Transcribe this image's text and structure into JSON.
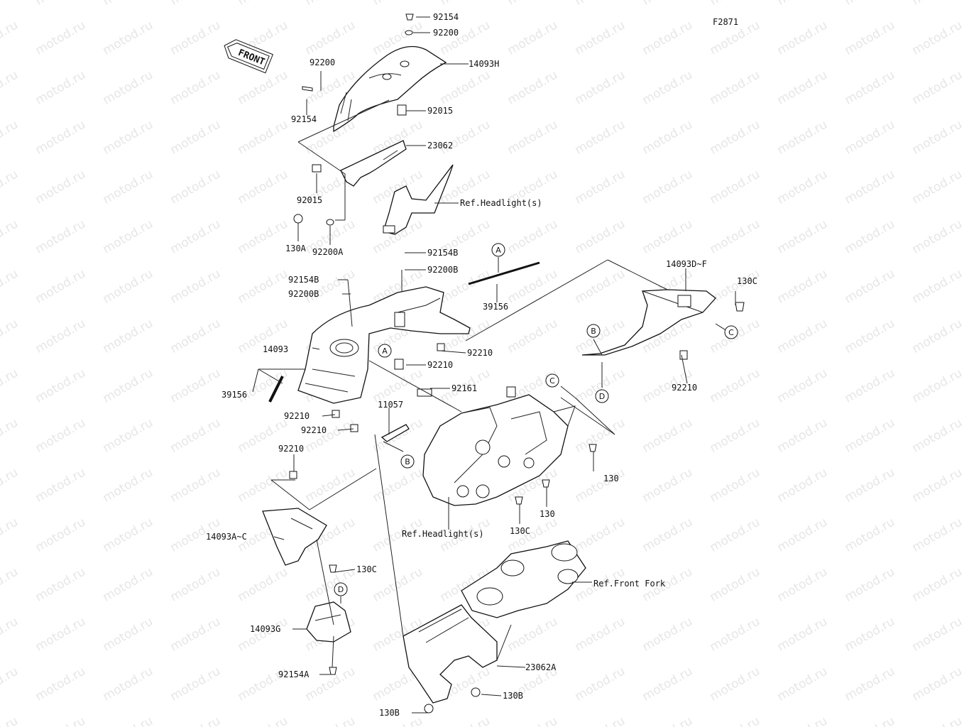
{
  "figure_id": "F2871",
  "front_arrow_label": "FRONT",
  "watermark_text": "motod.ru",
  "callouts": [
    {
      "id": "c1",
      "text": "92154"
    },
    {
      "id": "c2",
      "text": "92200"
    },
    {
      "id": "c3",
      "text": "14093H"
    },
    {
      "id": "c4",
      "text": "92200"
    },
    {
      "id": "c5",
      "text": "92154"
    },
    {
      "id": "c6",
      "text": "92015"
    },
    {
      "id": "c7",
      "text": "23062"
    },
    {
      "id": "c8",
      "text": "92015"
    },
    {
      "id": "c9",
      "text": "Ref.Headlight(s)"
    },
    {
      "id": "c10",
      "text": "130A"
    },
    {
      "id": "c11",
      "text": "92200A"
    },
    {
      "id": "c12",
      "text": "92154B"
    },
    {
      "id": "c13",
      "text": "92200B"
    },
    {
      "id": "c14",
      "text": "92154B"
    },
    {
      "id": "c15",
      "text": "92200B"
    },
    {
      "id": "c16",
      "text": "39156"
    },
    {
      "id": "c17",
      "text": "14093D~F"
    },
    {
      "id": "c18",
      "text": "130C"
    },
    {
      "id": "c19",
      "text": "14093"
    },
    {
      "id": "c20",
      "text": "92210"
    },
    {
      "id": "c21",
      "text": "92210"
    },
    {
      "id": "c22",
      "text": "92210"
    },
    {
      "id": "c23",
      "text": "39156"
    },
    {
      "id": "c24",
      "text": "92161"
    },
    {
      "id": "c25",
      "text": "92210"
    },
    {
      "id": "c26",
      "text": "92210"
    },
    {
      "id": "c27",
      "text": "11057"
    },
    {
      "id": "c28",
      "text": "92210"
    },
    {
      "id": "c29",
      "text": "130"
    },
    {
      "id": "c30",
      "text": "130"
    },
    {
      "id": "c31",
      "text": "130C"
    },
    {
      "id": "c32",
      "text": "Ref.Headlight(s)"
    },
    {
      "id": "c33",
      "text": "14093A~C"
    },
    {
      "id": "c34",
      "text": "130C"
    },
    {
      "id": "c35",
      "text": "Ref.Front Fork"
    },
    {
      "id": "c36",
      "text": "14093G"
    },
    {
      "id": "c37",
      "text": "23062A"
    },
    {
      "id": "c38",
      "text": "92154A"
    },
    {
      "id": "c39",
      "text": "130B"
    },
    {
      "id": "c40",
      "text": "130B"
    }
  ],
  "reference_markers": [
    {
      "id": "m1",
      "letter": "A"
    },
    {
      "id": "m2",
      "letter": "A"
    },
    {
      "id": "m3",
      "letter": "B"
    },
    {
      "id": "m4",
      "letter": "B"
    },
    {
      "id": "m5",
      "letter": "C"
    },
    {
      "id": "m6",
      "letter": "C"
    },
    {
      "id": "m7",
      "letter": "D"
    },
    {
      "id": "m8",
      "letter": "D"
    }
  ]
}
